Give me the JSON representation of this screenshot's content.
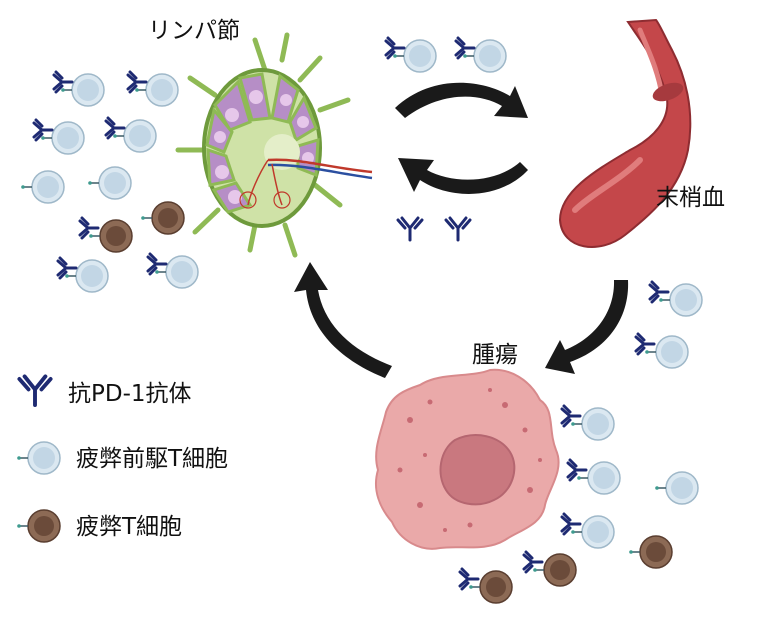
{
  "labels": {
    "lymph_node": "リンパ節",
    "peripheral_blood": "末梢血",
    "tumor": "腫瘍"
  },
  "legend": {
    "antibody": "抗PD-1抗体",
    "progenitor_exhausted_t_cell": "疲弊前駆T細胞",
    "exhausted_t_cell": "疲弊T細胞"
  },
  "colors": {
    "antibody": "#1e2a72",
    "progenitor_cell_fill": "#d5e4ee",
    "progenitor_cell_inner": "#bcd3e3",
    "exhausted_cell_fill": "#7a5a47",
    "exhausted_cell_inner": "#5a3e30",
    "lymph_node_green": "#8fba55",
    "lymph_node_purple": "#b68ec6",
    "vessel_red": "#b8484a",
    "tumor_pink": "#e8a5a5",
    "tumor_nucleus": "#c87e83",
    "arrow": "#1a1a1a"
  },
  "icons": {
    "antibody": "y-shaped-antibody-icon",
    "progenitor_exhausted_t_cell": "light-blue-cell-icon",
    "exhausted_t_cell": "brown-cell-icon"
  }
}
